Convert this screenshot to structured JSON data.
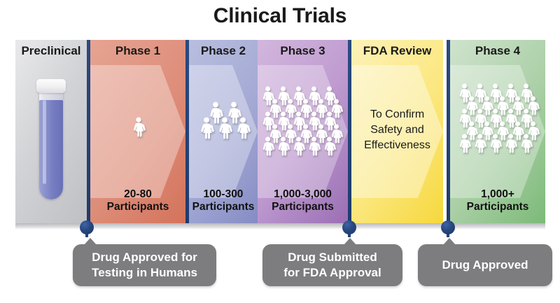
{
  "title": "Clinical Trials",
  "columns": [
    {
      "id": "preclinical",
      "label": "Preclinical",
      "count": "",
      "mid_text": "",
      "icon": "test-tube-icon",
      "color": "#d2d3d6",
      "people": 0
    },
    {
      "id": "phase-1",
      "label": "Phase 1",
      "count": "20-80\nParticipants",
      "mid_text": "",
      "icon": "person-group-icon",
      "color": "#dd8d79",
      "people": 1
    },
    {
      "id": "phase-2",
      "label": "Phase 2",
      "count": "100-300\nParticipants",
      "mid_text": "",
      "icon": "person-group-icon",
      "color": "#a3a9d4",
      "people": 5
    },
    {
      "id": "phase-3",
      "label": "Phase 3",
      "count": "1,000-3,000\nParticipants",
      "mid_text": "",
      "icon": "person-crowd-icon",
      "color": "#bf9bd0",
      "people": 27
    },
    {
      "id": "fda-review",
      "label": "FDA Review",
      "count": "",
      "mid_text": "To Confirm\nSafety and\nEffectiveness",
      "icon": "",
      "color": "#fbe77e",
      "people": 0
    },
    {
      "id": "phase-4",
      "label": "Phase 4",
      "count": "1,000+\nParticipants",
      "mid_text": "",
      "icon": "person-crowd-icon",
      "color": "#aacfa6",
      "people": 27
    }
  ],
  "milestones": [
    {
      "id": "milestone-1",
      "text": "Drug Approved for\nTesting in Humans"
    },
    {
      "id": "milestone-2",
      "text": "Drug Submitted\nfor FDA Approval"
    },
    {
      "id": "milestone-3",
      "text": "Drug Approved"
    }
  ],
  "colors": {
    "divider": "#24457c",
    "node": "#24457c",
    "callout": "#7d7d7f",
    "callout_text": "#ffffff",
    "title_text": "#1a1a1a"
  }
}
